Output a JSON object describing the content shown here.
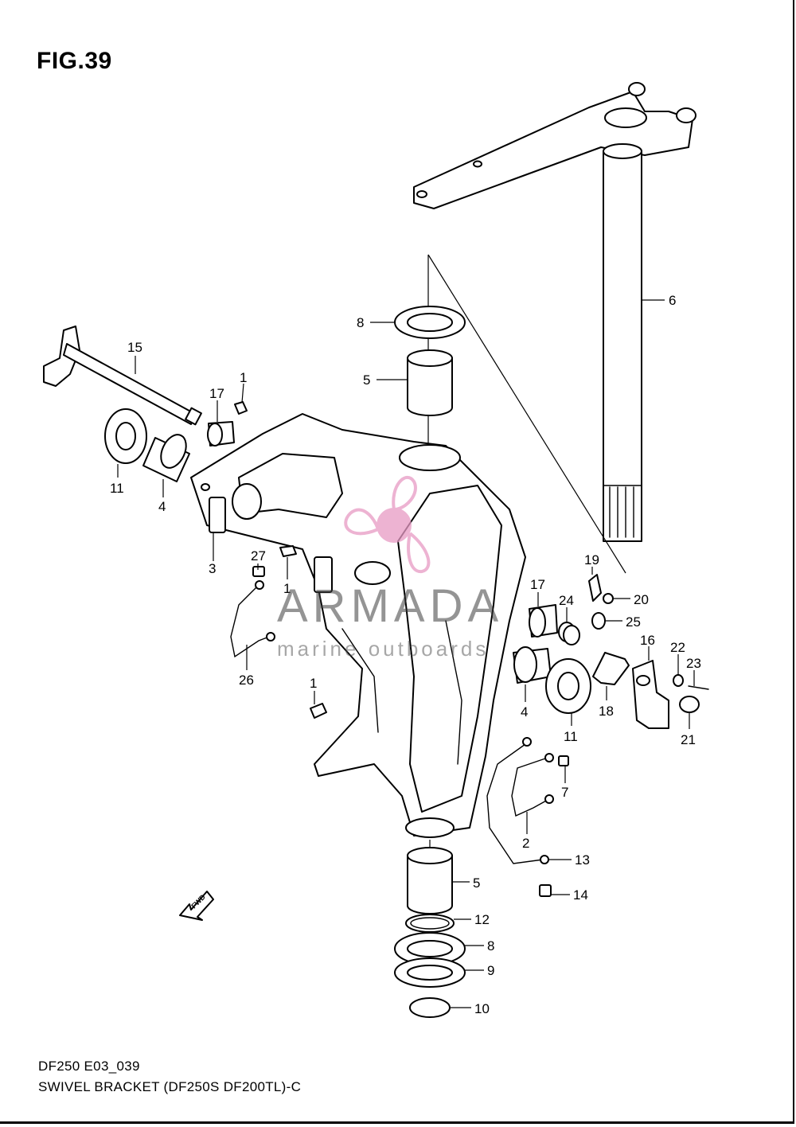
{
  "figure_title": "FIG.39",
  "footer": {
    "code": "DF250 E03_039",
    "name": "SWIVEL BRACKET (DF250S DF200TL)-C"
  },
  "watermark": {
    "brand": "ARMADA",
    "tagline": "marine outboards",
    "color": "#e79ac4"
  },
  "fwd_label": "FWD",
  "callouts": [
    {
      "id": "c6",
      "label": "6"
    },
    {
      "id": "c8a",
      "label": "8"
    },
    {
      "id": "c5a",
      "label": "5"
    },
    {
      "id": "c15",
      "label": "15"
    },
    {
      "id": "c17a",
      "label": "17"
    },
    {
      "id": "c1a",
      "label": "1"
    },
    {
      "id": "c11a",
      "label": "11"
    },
    {
      "id": "c4a",
      "label": "4"
    },
    {
      "id": "c3",
      "label": "3"
    },
    {
      "id": "c27",
      "label": "27"
    },
    {
      "id": "c1b",
      "label": "1"
    },
    {
      "id": "c26",
      "label": "26"
    },
    {
      "id": "c1c",
      "label": "1"
    },
    {
      "id": "c19",
      "label": "19"
    },
    {
      "id": "c20",
      "label": "20"
    },
    {
      "id": "c17b",
      "label": "17"
    },
    {
      "id": "c24",
      "label": "24"
    },
    {
      "id": "c25",
      "label": "25"
    },
    {
      "id": "c16",
      "label": "16"
    },
    {
      "id": "c22",
      "label": "22"
    },
    {
      "id": "c23",
      "label": "23"
    },
    {
      "id": "c4b",
      "label": "4"
    },
    {
      "id": "c11b",
      "label": "11"
    },
    {
      "id": "c18",
      "label": "18"
    },
    {
      "id": "c21",
      "label": "21"
    },
    {
      "id": "c7",
      "label": "7"
    },
    {
      "id": "c2",
      "label": "2"
    },
    {
      "id": "c13",
      "label": "13"
    },
    {
      "id": "c5b",
      "label": "5"
    },
    {
      "id": "c14",
      "label": "14"
    },
    {
      "id": "c12",
      "label": "12"
    },
    {
      "id": "c8b",
      "label": "8"
    },
    {
      "id": "c9",
      "label": "9"
    },
    {
      "id": "c10",
      "label": "10"
    }
  ]
}
